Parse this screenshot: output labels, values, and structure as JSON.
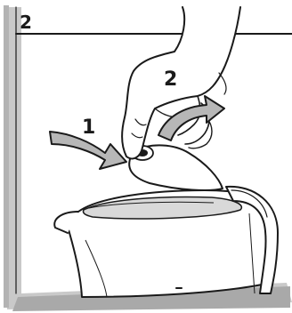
{
  "step": {
    "number": "2"
  },
  "arrows": [
    {
      "label": "1",
      "color": "#b7b7b7"
    },
    {
      "label": "2",
      "color": "#b7b7b7"
    }
  ],
  "colors": {
    "frame": "#c9c9c9",
    "shadow": "#a9a9a9",
    "kettle_water": "#d9d9d9",
    "arrow_fill": "#b7b7b7",
    "ink": "#1a1a1a"
  }
}
